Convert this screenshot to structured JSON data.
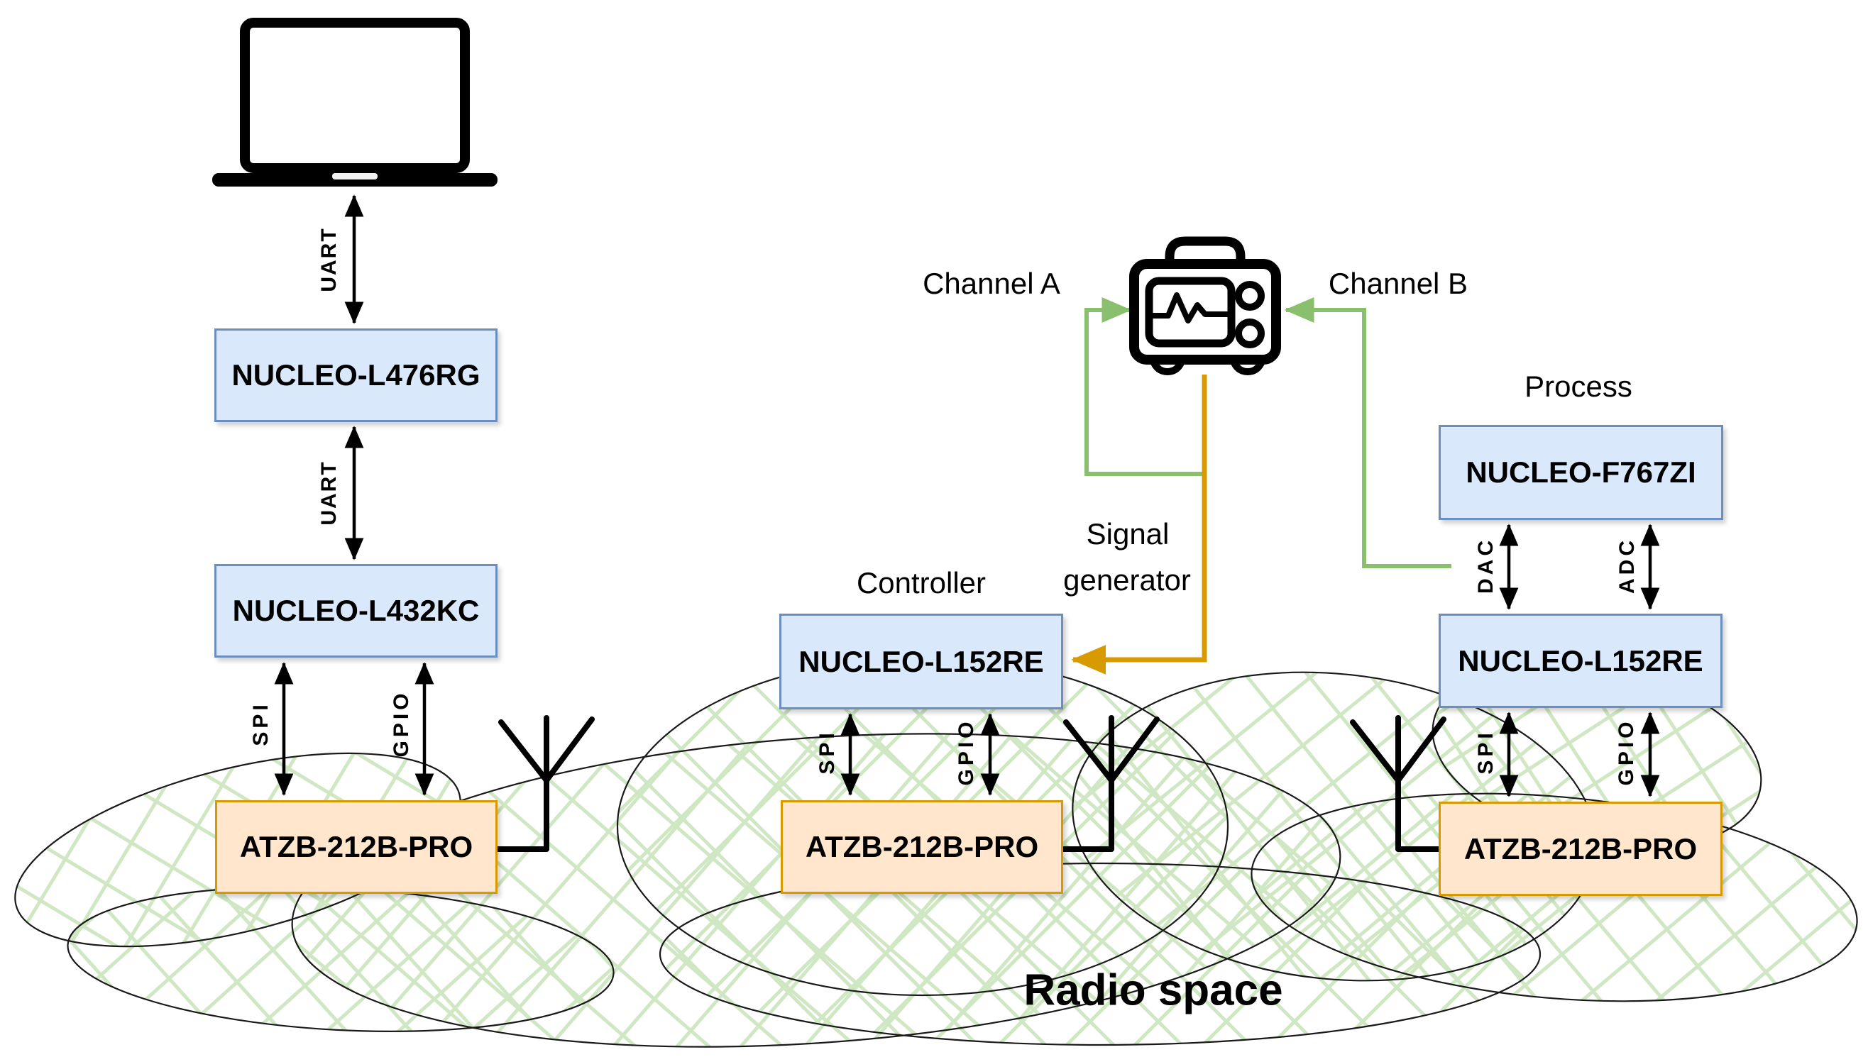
{
  "diagram": {
    "background": "#ffffff",
    "description": "Wireless test-bench architecture diagram with NUCLEO boards, ATZB radio modules and a radio space cloud"
  },
  "colors": {
    "node_blue_fill": "#dae8fc",
    "node_blue_border": "#6c8ebf",
    "node_orange_fill": "#ffe6cc",
    "node_orange_border": "#d79b00",
    "wire_green": "#8abf6d",
    "wire_orange": "#d79b00",
    "hatch_green": "#cfe7c2",
    "line_black": "#000000"
  },
  "nodes": {
    "host_bridge": {
      "label": "NUCLEO-L476RG"
    },
    "gateway": {
      "label": "NUCLEO-L432KC"
    },
    "gateway_radio": {
      "label": "ATZB-212B-PRO"
    },
    "controller": {
      "label": "NUCLEO-L152RE"
    },
    "controller_radio": {
      "label": "ATZB-212B-PRO"
    },
    "process_main": {
      "label": "NUCLEO-F767ZI"
    },
    "process_io": {
      "label": "NUCLEO-L152RE"
    },
    "process_radio": {
      "label": "ATZB-212B-PRO"
    }
  },
  "edge_labels": {
    "uart": "UART",
    "spi": "SPI",
    "gpio": "GPIO",
    "dac": "DAC",
    "adc": "ADC"
  },
  "annotations": {
    "channel_a": "Channel A",
    "channel_b": "Channel B",
    "signal_generator_line1": "Signal",
    "signal_generator_line2": "generator",
    "controller_role": "Controller",
    "process_role": "Process",
    "radio_space": "Radio space"
  },
  "icons": {
    "laptop": "laptop-icon",
    "oscilloscope": "oscilloscope-icon",
    "antenna": "antenna-icon"
  }
}
